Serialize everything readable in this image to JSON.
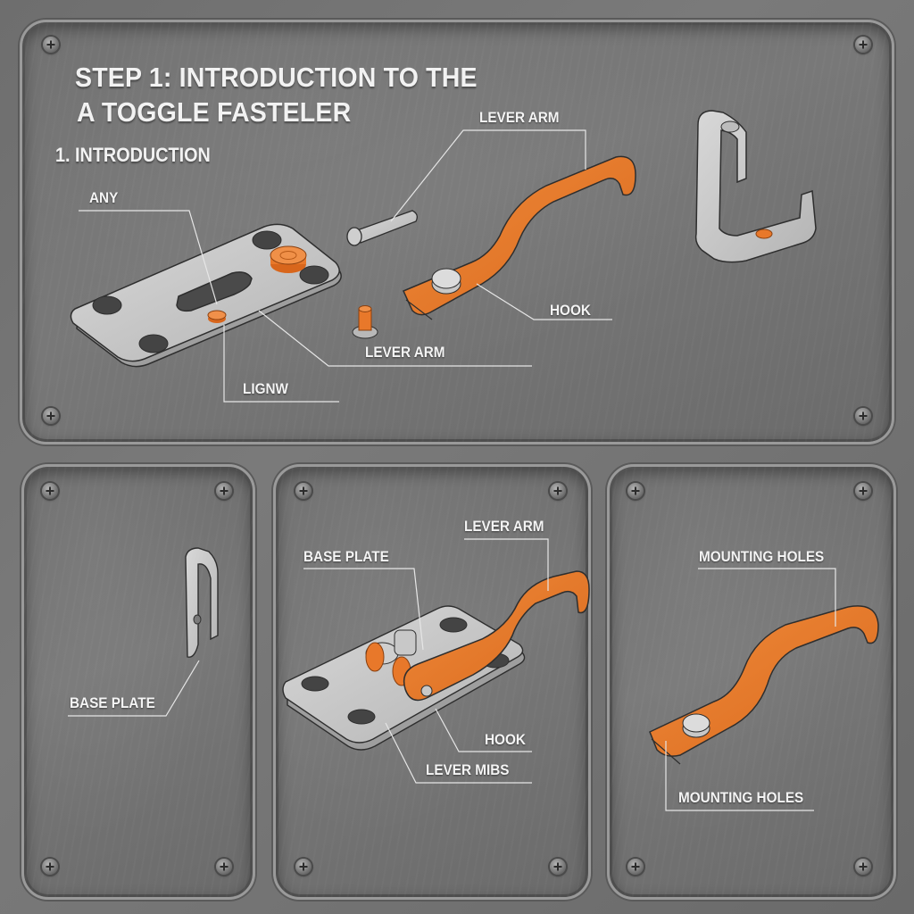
{
  "title": {
    "line1": "STEP 1: INTRODUCTION TO THE",
    "line2": "A TOGGLE FASTELER"
  },
  "section_heading": "1. INTRODUCTION",
  "colors": {
    "accent_orange": "#e8782a",
    "steel": "#c8c8c8",
    "panel_bg": "#737373",
    "label_text": "#f4f4f4"
  },
  "panels": {
    "top": {
      "labels": {
        "any": "ANY",
        "lever_arm_top": "LEVER ARM",
        "hook": "HOOK",
        "lever_arm_bottom": "LEVER ARM",
        "lignw": "LIGNW"
      },
      "parts": [
        "base-plate",
        "washer",
        "spacer",
        "pin",
        "small-bolt",
        "lever-arm",
        "u-bracket"
      ]
    },
    "bottom_left": {
      "labels": {
        "base_plate": "BASE PLATE"
      },
      "parts": [
        "u-clip"
      ]
    },
    "bottom_middle": {
      "labels": {
        "base_plate": "BASE PLATE",
        "lever_arm": "LEVER ARM",
        "hook": "HOOK",
        "lever_mibs": "LEVER MIBS"
      },
      "parts": [
        "assembled-toggle-fastener"
      ]
    },
    "bottom_right": {
      "labels": {
        "mounting_holes_top": "MOUNTING HOLES",
        "mounting_holes_bottom": "MOUNTING HOLES"
      },
      "parts": [
        "lever-arm"
      ]
    }
  }
}
